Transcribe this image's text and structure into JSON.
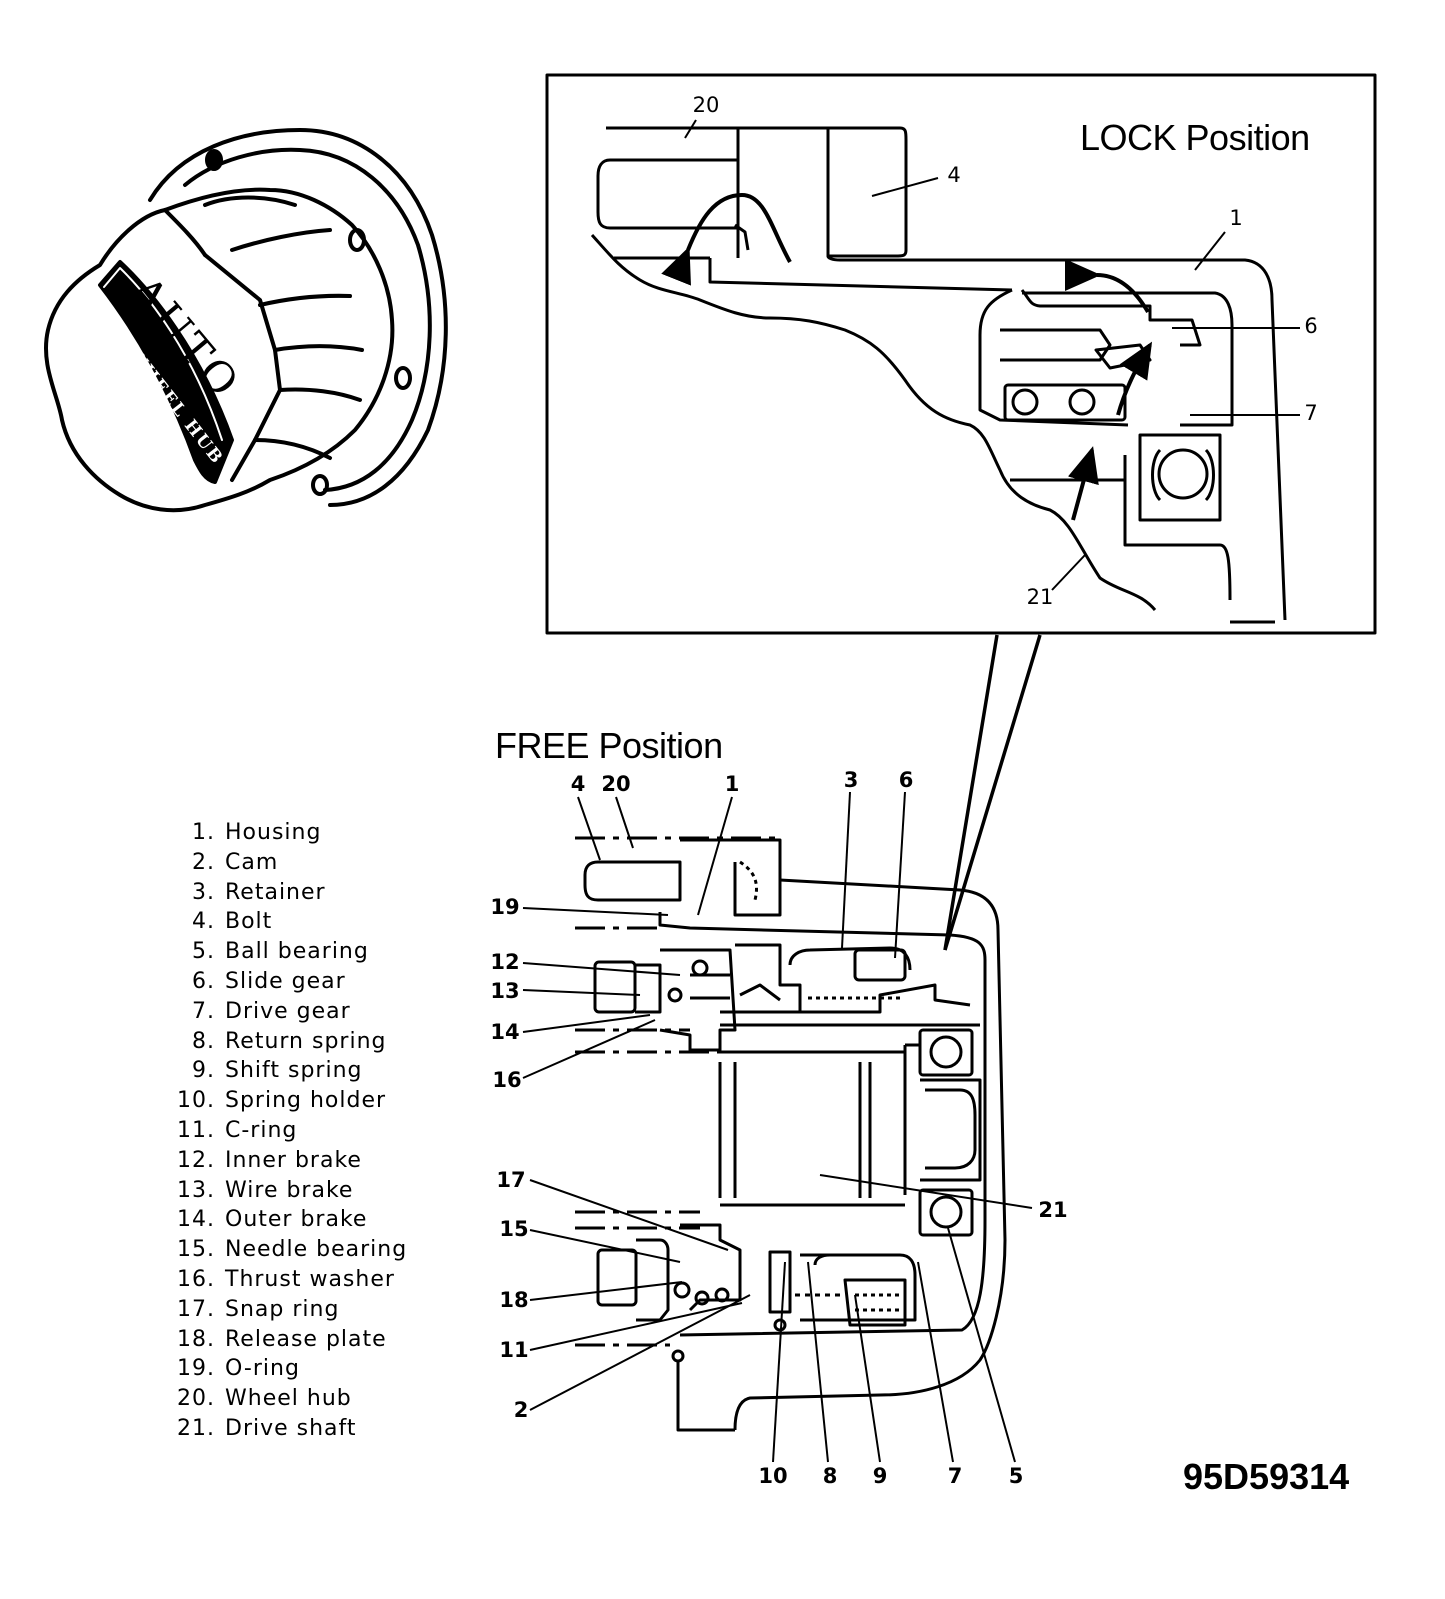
{
  "badge": {
    "line1": "AUTO",
    "line2": "FREE WHEEL HUB"
  },
  "lock_title": "LOCK Position",
  "free_title": "FREE Position",
  "figure_id": "95D59314",
  "legend": [
    {
      "num": "1.",
      "label": "Housing"
    },
    {
      "num": "2.",
      "label": "Cam"
    },
    {
      "num": "3.",
      "label": "Retainer"
    },
    {
      "num": "4.",
      "label": "Bolt"
    },
    {
      "num": "5.",
      "label": "Ball bearing"
    },
    {
      "num": "6.",
      "label": "Slide gear"
    },
    {
      "num": "7.",
      "label": "Drive gear"
    },
    {
      "num": "8.",
      "label": "Return spring"
    },
    {
      "num": "9.",
      "label": "Shift spring"
    },
    {
      "num": "10.",
      "label": "Spring holder"
    },
    {
      "num": "11.",
      "label": "C-ring"
    },
    {
      "num": "12.",
      "label": "Inner brake"
    },
    {
      "num": "13.",
      "label": "Wire brake"
    },
    {
      "num": "14.",
      "label": "Outer brake"
    },
    {
      "num": "15.",
      "label": "Needle bearing"
    },
    {
      "num": "16.",
      "label": "Thrust washer"
    },
    {
      "num": "17.",
      "label": "Snap ring"
    },
    {
      "num": "18.",
      "label": "Release plate"
    },
    {
      "num": "19.",
      "label": "O-ring"
    },
    {
      "num": "20.",
      "label": "Wheel hub"
    },
    {
      "num": "21.",
      "label": "Drive shaft"
    }
  ],
  "lock_callouts": [
    "20",
    "4",
    "1",
    "6",
    "7",
    "21"
  ],
  "free_callouts": [
    "4",
    "20",
    "1",
    "3",
    "6",
    "19",
    "12",
    "13",
    "14",
    "16",
    "17",
    "15",
    "18",
    "11",
    "2",
    "21",
    "10",
    "8",
    "9",
    "7",
    "5"
  ]
}
